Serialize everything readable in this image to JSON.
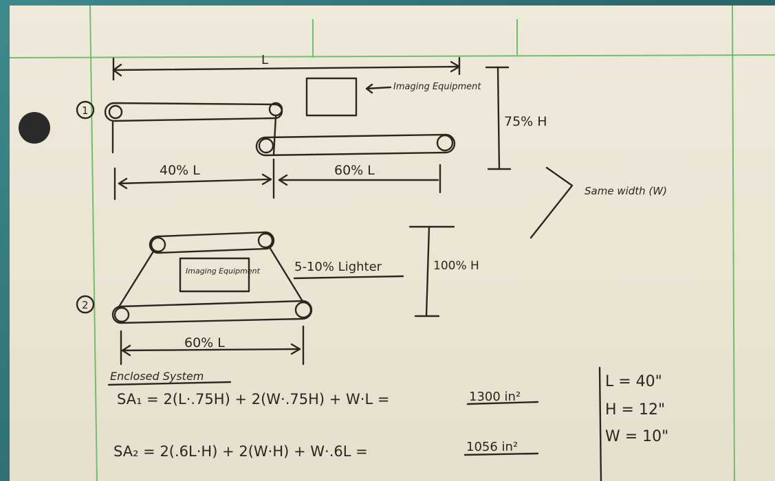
{
  "notes": {
    "dim_length": "L",
    "step1_number": "1",
    "step2_number": "2",
    "imaging_equipment_top": "Imaging Equipment",
    "height_75": "75% H",
    "length_40": "40% L",
    "length_60_top": "60% L",
    "same_width": "Same width (W)",
    "imaging_equipment_box": "Imaging Equipment",
    "lighter": "5-10% Lighter",
    "height_100": "100% H",
    "length_60_bottom": "60% L",
    "enclosed_title": "Enclosed System",
    "sa1_formula": "SA₁ = 2(L·.75H) + 2(W·.75H) + W·L =",
    "sa1_result": "1300 in²",
    "sa2_formula": "SA₂ = 2(.6L·H) + 2(W·H) + W·.6L =",
    "sa2_result": "1056 in²",
    "given_L": "L = 40\"",
    "given_H": "H = 12\"",
    "given_W": "W = 10\""
  },
  "colors": {
    "ink": "#2b2620",
    "paper": "#ece5d4",
    "margin_green": "#6fbf6a",
    "background": "#2e6e74"
  }
}
